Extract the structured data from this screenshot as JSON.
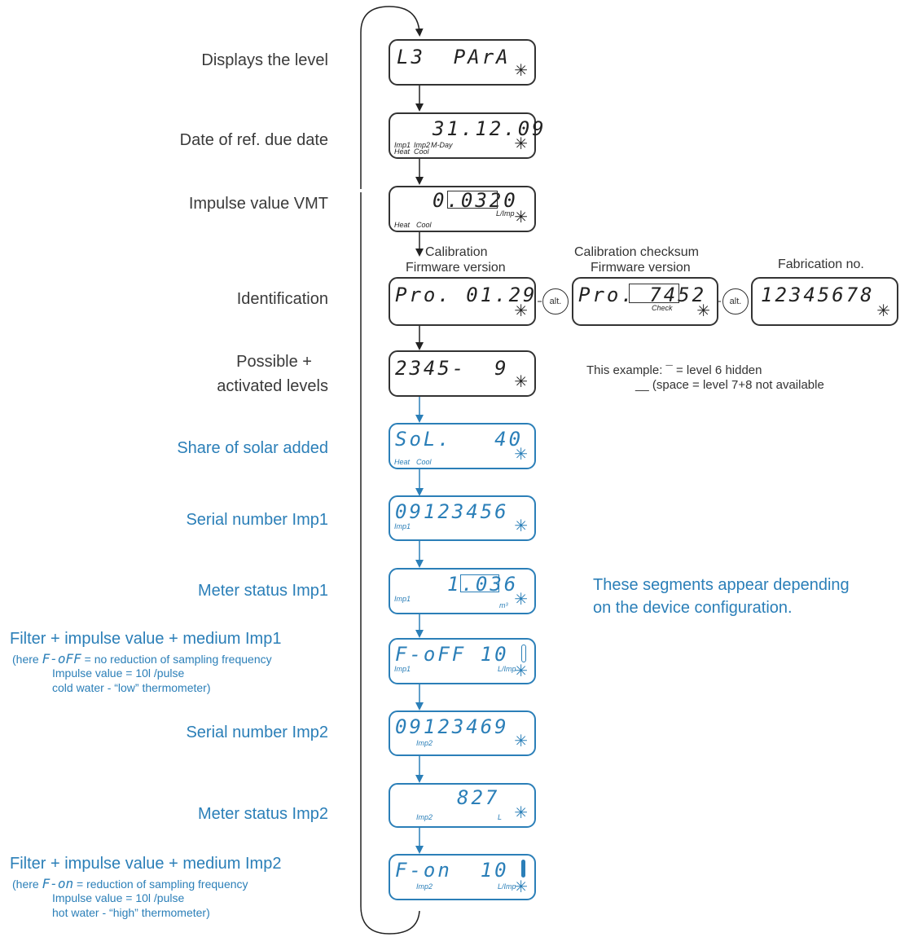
{
  "labels": [
    {
      "text": "Displays the level"
    },
    {
      "text": "Date of ref. due date"
    },
    {
      "text": "Impulse value VMT"
    },
    {
      "text": "Identification"
    },
    {
      "text": "Possible +"
    },
    {
      "text": "activated levels"
    },
    {
      "text": "Share of solar added"
    },
    {
      "text": "Serial number Imp1"
    },
    {
      "text": "Meter status Imp1"
    },
    {
      "text": "Filter + impulse value + medium Imp1"
    },
    {
      "text": "Serial number Imp2"
    },
    {
      "text": "Meter status Imp2"
    },
    {
      "text": "Filter + impulse value + medium Imp2"
    }
  ],
  "notes": {
    "imp1_line1_pre": "(here ",
    "imp1_code": "F-oFF",
    "imp1_line1_post": " = no reduction of sampling frequency",
    "imp1_line2": "Impulse value = 10l /pulse",
    "imp1_line3": "cold water - “low” thermometer)",
    "imp2_line1_pre": "(here ",
    "imp2_code": "F-on",
    "imp2_line1_post": " = reduction of sampling frequency",
    "imp2_line2": "Impulse value = 10l /pulse",
    "imp2_line3": "hot water - “high” thermometer)"
  },
  "headers": {
    "calibration": "Calibration",
    "firmware_version": "Firmware version",
    "checksum": "Calibration checksum",
    "firmware_version2": "Firmware version",
    "fabrication": "Fabrication no."
  },
  "example": {
    "line1": "This example:  ¯  = level 6 hidden",
    "line2": "__ (space = level 7+8 not available"
  },
  "segments_note": {
    "line1": "These segments appear depending",
    "line2": "on the device configuration."
  },
  "alt": "alt.",
  "displays": {
    "d1": {
      "main": "L3  PArA"
    },
    "d2": {
      "main": "31.12.09",
      "imp1": "Imp1",
      "imp2": "Imp2",
      "mday": "M-Day",
      "heat": "Heat",
      "cool": "Cool"
    },
    "d3": {
      "main": "0.0320",
      "unit": "L/Imp",
      "heat": "Heat",
      "cool": "Cool"
    },
    "d4": {
      "main": "Pro. 01.29"
    },
    "d4b": {
      "main": "Pro. 7452",
      "check": "Check"
    },
    "d4c": {
      "main": "12345678"
    },
    "d5": {
      "main": "2345-  9"
    },
    "d6": {
      "main": "SoL.   40",
      "heat": "Heat",
      "cool": "Cool"
    },
    "d7": {
      "main": "09123456",
      "imp1": "Imp1"
    },
    "d8": {
      "main": "1.036",
      "imp1": "Imp1",
      "unit": "m³"
    },
    "d9": {
      "main": "F-oFF 10",
      "imp1": "Imp1",
      "unit": "L/Imp"
    },
    "d10": {
      "main": "09123469",
      "imp2": "Imp2"
    },
    "d11": {
      "main": "827",
      "imp2": "Imp2",
      "unit": "L"
    },
    "d12": {
      "main": "F-on  10",
      "imp2": "Imp2",
      "unit": "L/Imp"
    }
  },
  "colors": {
    "blue": "#2b7fb8",
    "dark": "#333333"
  },
  "icons": {
    "star": "snowflake-star-icon",
    "thermo": "thermometer-icon"
  }
}
